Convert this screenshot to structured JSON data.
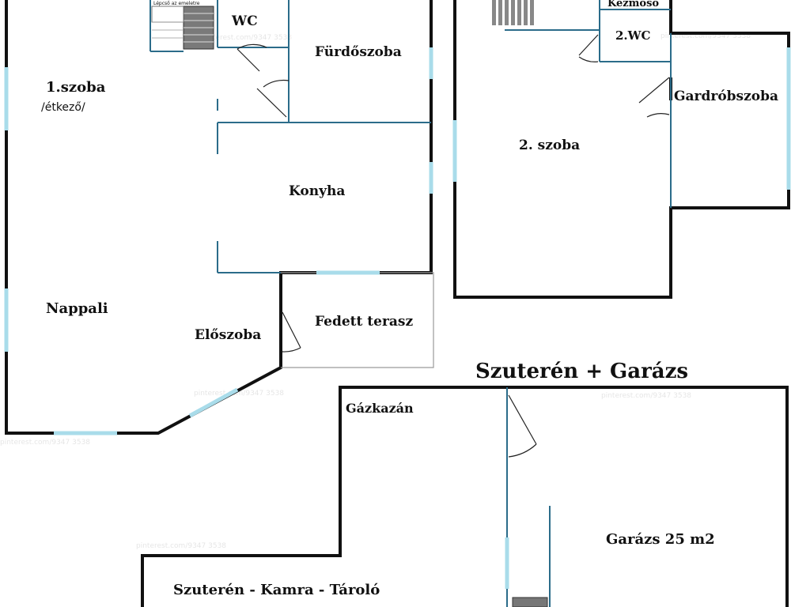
{
  "floor_plan": {
    "ground_floor": {
      "stair_note": "Lépcső az emeletre",
      "wc": "WC",
      "bathroom": "Fürdőszoba",
      "room1": "1.szoba",
      "room1_note": "/étkező/",
      "kitchen": "Konyha",
      "living_room": "Nappali",
      "hallway": "Előszoba",
      "covered_terrace": "Fedett terasz"
    },
    "upper_floor": {
      "washbasin": "Kézmosó",
      "wc2": "2.WC",
      "dressing_room": "Gardróbszoba",
      "room2": "2. szoba"
    },
    "basement": {
      "title": "Szuterén + Garázs",
      "gas_boiler": "Gázkazán",
      "garage": "Garázs 25 m2",
      "storage": "Szuterén - Kamra - Tároló"
    },
    "watermark": "pinterest.com/9347 3538"
  }
}
